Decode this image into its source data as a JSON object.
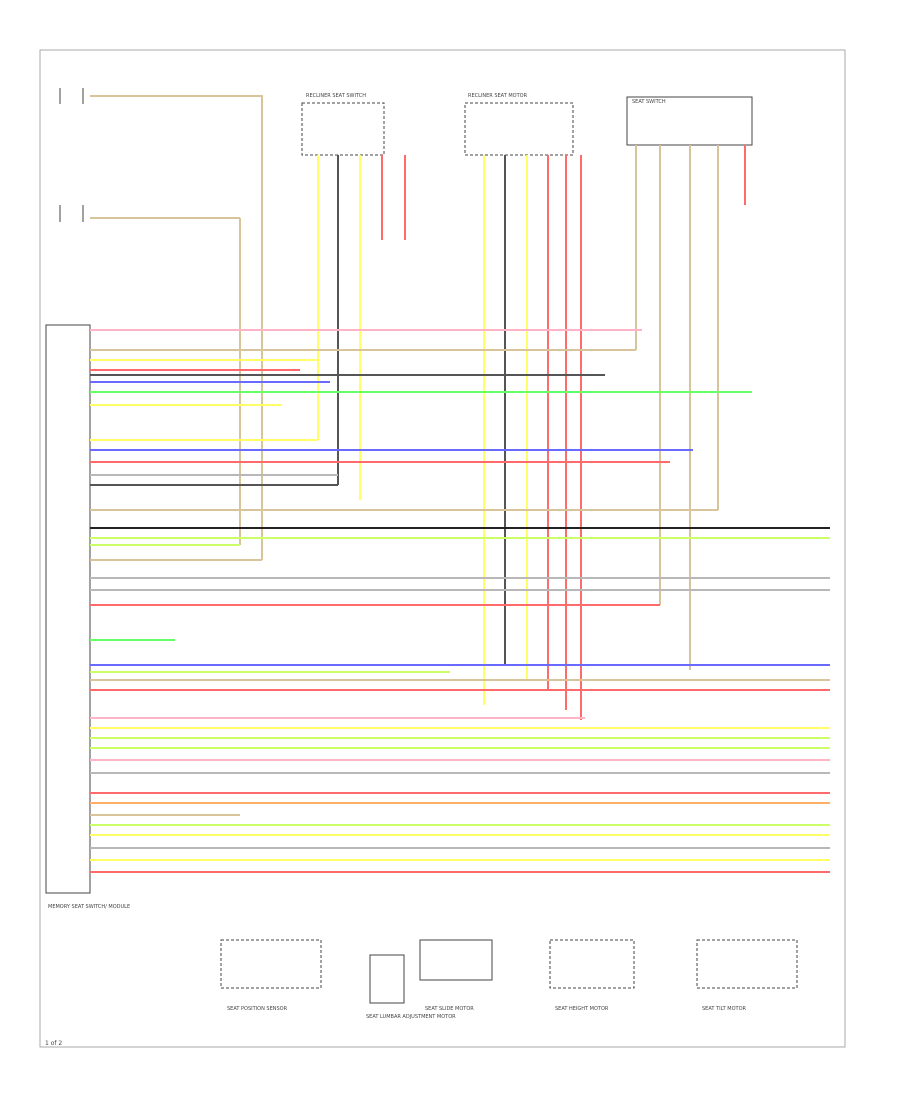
{
  "page_number": "1 of 2",
  "colors": {
    "red": "#ff6a6a",
    "pink": "#ffb3c4",
    "yellow": "#ffff66",
    "tan": "#d8c49a",
    "blue": "#6a6aff",
    "green": "#66ff66",
    "yellow_green": "#ccff66",
    "orange": "#ffb066",
    "gray": "#b8b8b8",
    "dark_gray": "#555555",
    "black": "#222222"
  },
  "components": {
    "module": "MEMORY SEAT SWITCH/ MODULE",
    "top_switch_1": "RECLINER SEAT SWITCH",
    "top_switch_2": "RECLINER SEAT MOTOR",
    "top_switch_3": "SEAT SWITCH",
    "bottom_1": "SEAT POSITION SENSOR",
    "bottom_2": "SEAT LUMBAR ADJUSTMENT MOTOR",
    "bottom_3": "SEAT SLIDE MOTOR",
    "bottom_4": "SEAT HEIGHT MOTOR",
    "bottom_5": "SEAT TILT MOTOR"
  }
}
